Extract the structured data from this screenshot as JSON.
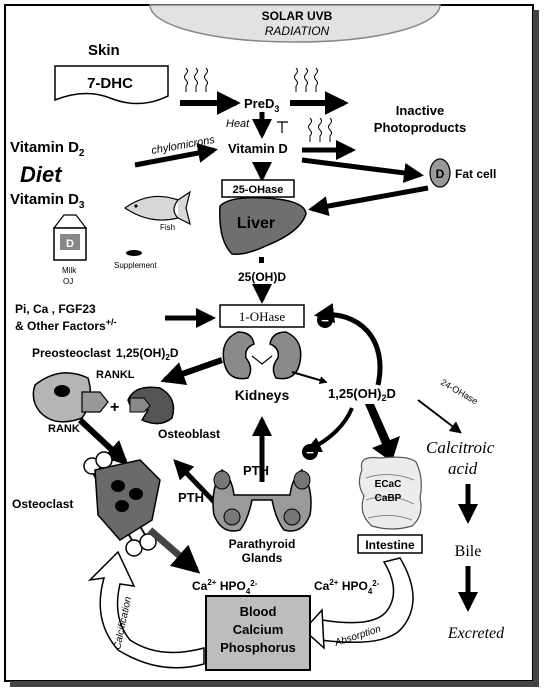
{
  "labels": {
    "sun_line1": "SOLAR UVB",
    "sun_line2": "RADIATION",
    "skin": "Skin",
    "dhc": "7-DHC",
    "pred3": "PreD",
    "pred3_sub": "3",
    "heat": "Heat",
    "vitd": "Vitamin D",
    "inactive1": "Inactive",
    "inactive2": "Photoproducts",
    "vitd2": "Vitamin D",
    "vitd2_sub": "2",
    "chylomicrons": "chylomicrons",
    "diet": "Diet",
    "vitd3": "Vitamin D",
    "vitd3_sub": "3",
    "hydroxylase25": "25-OHase",
    "fatcell_d": "D",
    "fatcell": "Fat cell",
    "fish": "Fish",
    "milk_carton": "D",
    "supplement": "Supplement",
    "milk": "Milk",
    "oj": "OJ",
    "liver": "Liver",
    "calcidiol": "25(OH)D",
    "factors1": "Pi, Ca , FGF23",
    "factors2": "& Other Factors",
    "factors_sign": "+/-",
    "hydroxylase1": "1-OHase",
    "preosteoclast": "Preosteoclast",
    "calcitriol_left": "1,25(OH)",
    "calcitriol_left_sub": "2",
    "calcitriol_left_d": "D",
    "rankl": "RANKL",
    "rank": "RANK",
    "plus": "+",
    "kidneys": "Kidneys",
    "osteoblast": "Osteoblast",
    "calcitriol_right": "1,25(OH)",
    "calcitriol_right_sub": "2",
    "calcitriol_right_d": "D",
    "hydroxylase24": "24-OHase",
    "calcitroic1": "Calcitroic",
    "calcitroic2": "acid",
    "pth_up": "PTH",
    "pth_left": "PTH",
    "ecac": "ECaC",
    "cabp": "CaBP",
    "osteoclast": "Osteoclast",
    "parathyroid1": "Parathyroid",
    "parathyroid2": "Glands",
    "intestine": "Intestine",
    "bile": "Bile",
    "minerals_left": "Ca",
    "minerals_left_hpo": "HPO",
    "minerals_right": "Ca",
    "minerals_right_hpo": "HPO",
    "blood1": "Blood",
    "blood2": "Calcium",
    "blood3": "Phosphorus",
    "calcification": "Calcification",
    "absorption": "Absorption",
    "excreted": "Excreted",
    "minus": "−"
  },
  "colors": {
    "sun_fill": "#e2e2e2",
    "liver": "#6f6f6f",
    "kidney": "#8a8a8a",
    "blood_box": "#bdbdbd",
    "osteoclast": "#6a6a6a",
    "osteoblast": "#555555",
    "gland": "#9a9a9a"
  }
}
